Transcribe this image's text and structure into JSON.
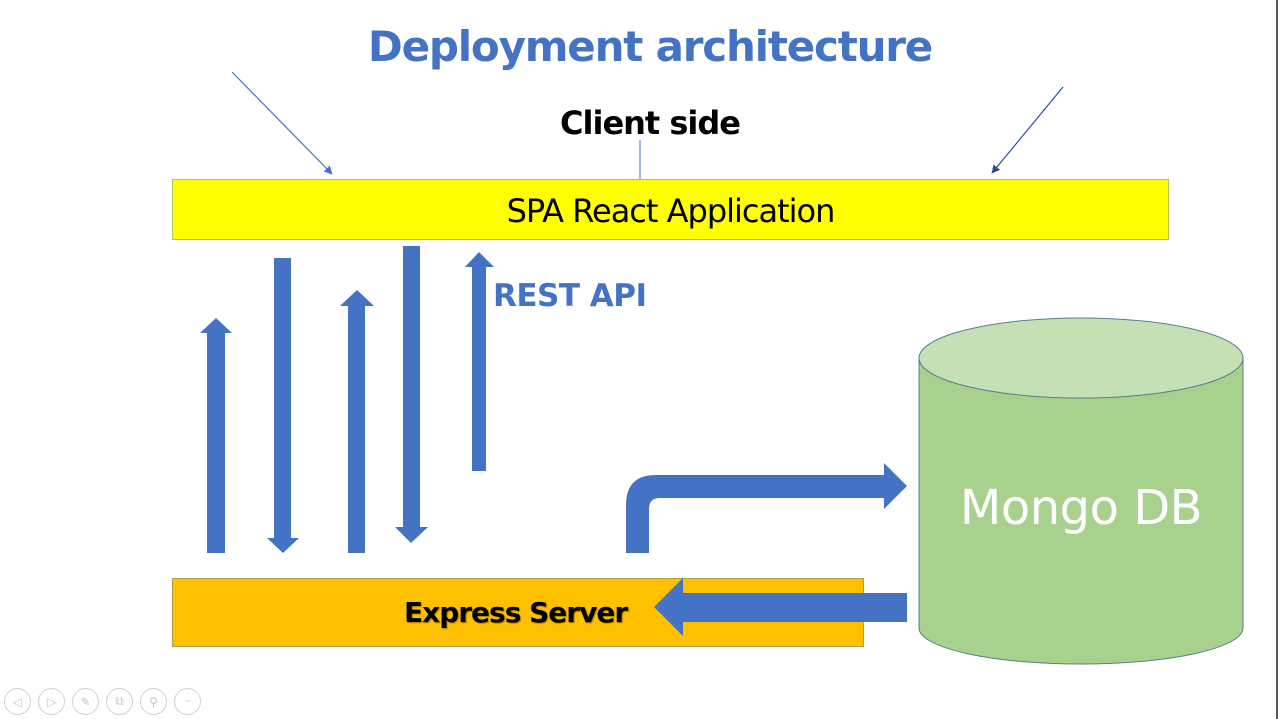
{
  "slide": {
    "title": "Deployment architecture",
    "client_label": "Client side",
    "spa_box_label": "SPA React Application",
    "rest_api_label": "REST API",
    "server_box_label": "Express Server",
    "database_label": "Mongo DB"
  },
  "colors": {
    "title": "#4472c4",
    "arrow": "#4472c4",
    "spa_box": "#ffff00",
    "server_box": "#ffc000",
    "database_body": "#a9d18e",
    "database_top": "#c5e0b4"
  },
  "arrows": {
    "vertical": [
      {
        "direction": "up"
      },
      {
        "direction": "down"
      },
      {
        "direction": "up"
      },
      {
        "direction": "down"
      },
      {
        "direction": "up"
      }
    ],
    "server_to_db": "right",
    "db_to_server": "left"
  },
  "toolbar": {
    "buttons": [
      {
        "name": "previous-slide",
        "icon": "chevron-left-icon",
        "glyph": "◁"
      },
      {
        "name": "next-slide",
        "icon": "chevron-right-icon",
        "glyph": "▷"
      },
      {
        "name": "pen",
        "icon": "pen-icon",
        "glyph": "✎"
      },
      {
        "name": "see-all-slides",
        "icon": "slides-icon",
        "glyph": "⧉"
      },
      {
        "name": "zoom",
        "icon": "magnifier-icon",
        "glyph": "⚲"
      },
      {
        "name": "more-options",
        "icon": "more-icon",
        "glyph": "···"
      }
    ]
  }
}
